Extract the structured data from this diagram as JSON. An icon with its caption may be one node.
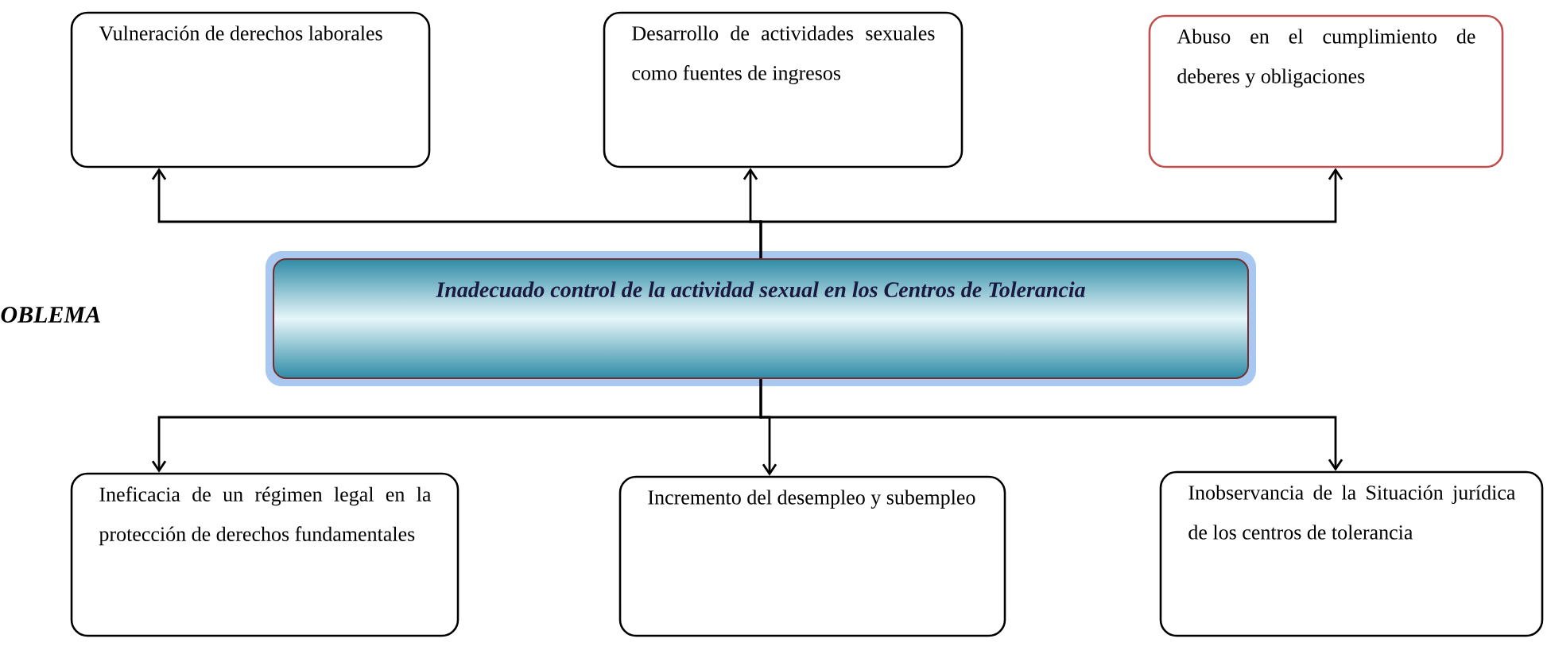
{
  "diagram": {
    "nodes": [
      {
        "text": [
          "Vulneración de derechos laborales"
        ]
      },
      {
        "text": [
          "Desarrollo de actividades sexuales como fuentes de ingresos"
        ]
      },
      {
        "text": [
          "Abuso en el cumplimiento de deberes y obligaciones"
        ]
      },
      {
        "text": [
          "Inadecuado control de la actividad sexual en los Centros de Tolerancia"
        ]
      },
      {
        "text": [
          "Ineficacia de un régimen legal en la protección de derechos fundamentales"
        ]
      },
      {
        "text": [
          "Incremento del desempleo y subempleo"
        ]
      },
      {
        "text": [
          "Inobservancia de la Situación jurídica de los centros de tolerancia"
        ]
      }
    ],
    "edges": [
      {
        "from": 3,
        "to": 0,
        "arrow": "to"
      },
      {
        "from": 3,
        "to": 1,
        "arrow": "to"
      },
      {
        "from": 3,
        "to": 2,
        "arrow": "to"
      },
      {
        "from": 3,
        "to": 4,
        "arrow": "to"
      },
      {
        "from": 3,
        "to": 5,
        "arrow": "to"
      },
      {
        "from": 3,
        "to": 6,
        "arrow": "to"
      }
    ],
    "labels": [
      "OBLEMA"
    ]
  }
}
